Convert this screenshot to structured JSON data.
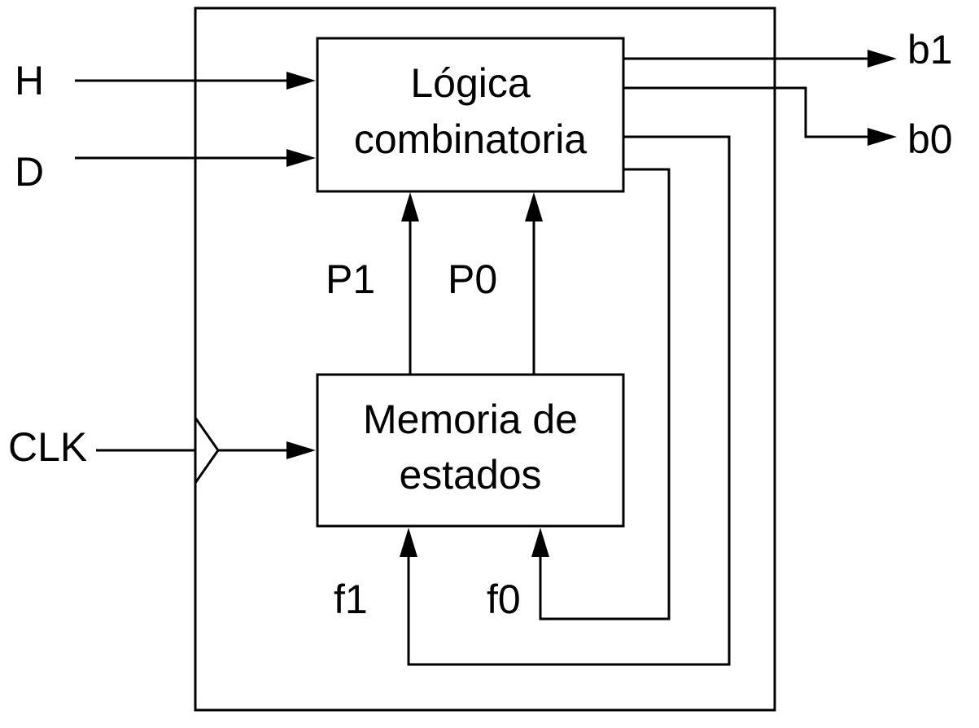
{
  "blocks": {
    "logic": {
      "line1": "Lógica",
      "line2": "combinatoria"
    },
    "memory": {
      "line1": "Memoria de",
      "line2": "estados"
    }
  },
  "signals": {
    "h": "H",
    "d": "D",
    "clk": "CLK",
    "b1": "b1",
    "b0": "b0",
    "p1": "P1",
    "p0": "P0",
    "f1": "f1",
    "f0": "f0"
  },
  "colors": {
    "stroke": "#000000",
    "background": "#ffffff"
  }
}
